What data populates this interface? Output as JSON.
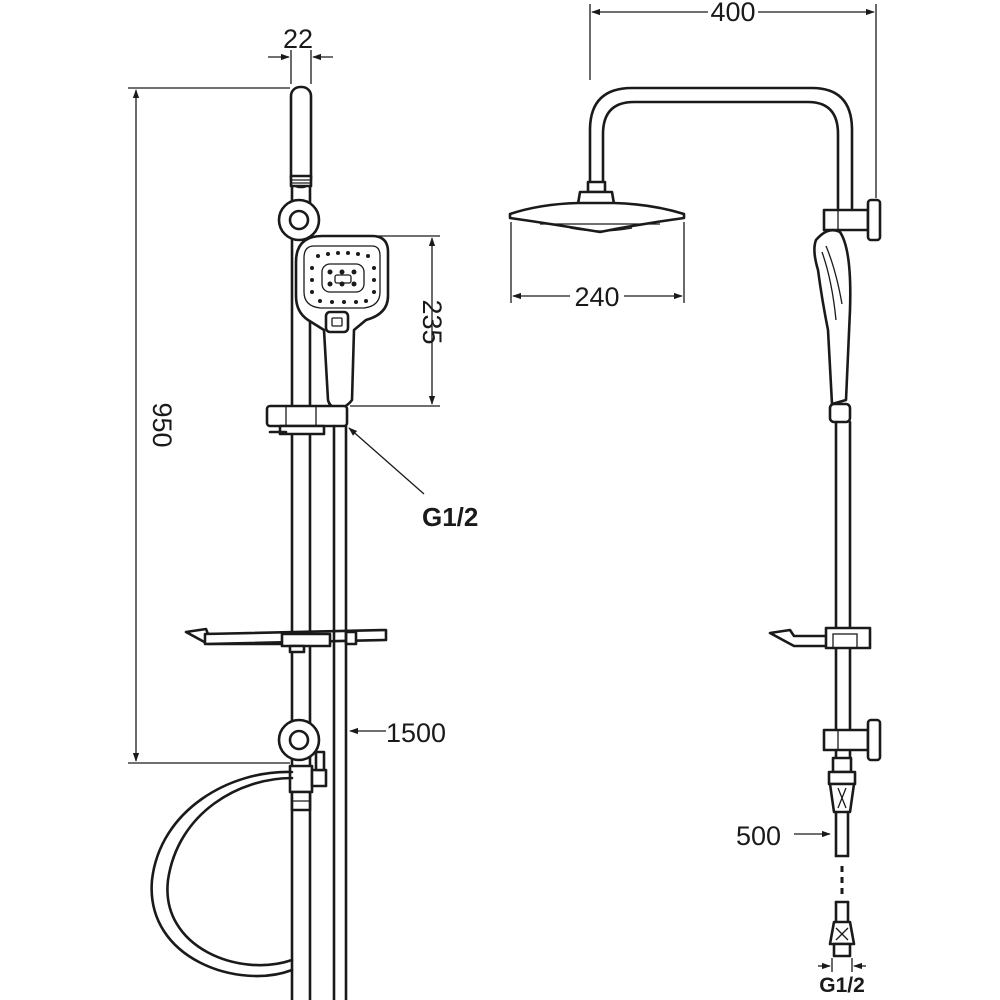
{
  "labels": {
    "width_top": "22",
    "height_total": "950",
    "hand_shower_height": "235",
    "connection_left": "G1/2",
    "hose_length": "1500",
    "arm_reach": "400",
    "overhead_diameter": "240",
    "pipe_length": "500",
    "connection_bottom": "G1/2"
  }
}
